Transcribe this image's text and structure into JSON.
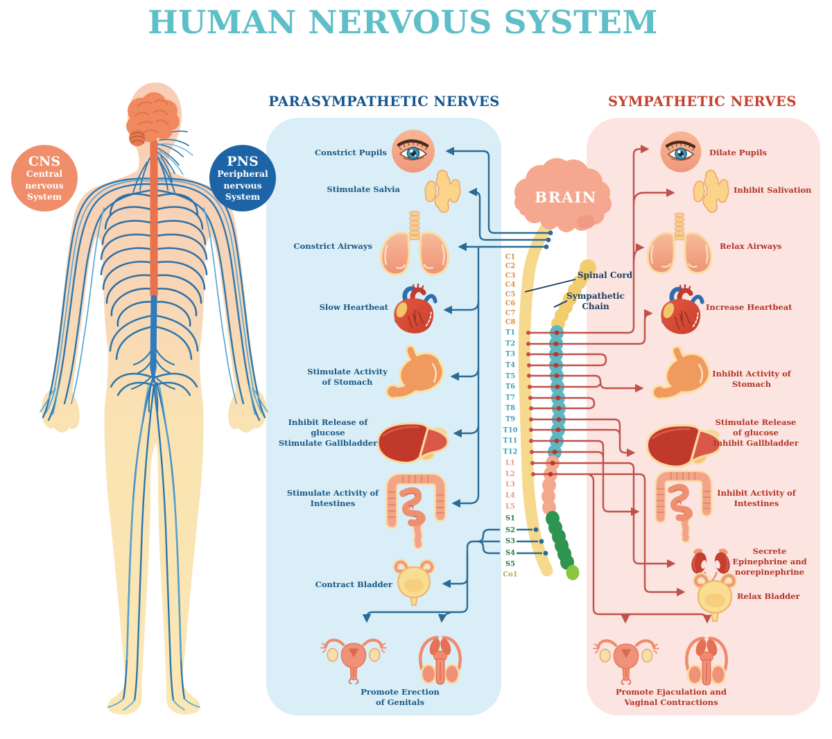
{
  "title": "HUMAN NERVOUS SYSTEM",
  "badges": {
    "cns": {
      "abbr": "CNS",
      "lines": [
        "Central",
        "nervous",
        "System"
      ]
    },
    "pns": {
      "abbr": "PNS",
      "lines": [
        "Peripheral",
        "nervous",
        "System"
      ]
    }
  },
  "para": {
    "heading": "PARASYMPATHETIC NERVES",
    "items": [
      {
        "organ": "eye",
        "lines": [
          "Constrict Pupils"
        ]
      },
      {
        "organ": "salivary-glands",
        "lines": [
          "Stimulate Salvia"
        ]
      },
      {
        "organ": "lungs",
        "lines": [
          "Constrict Airways"
        ]
      },
      {
        "organ": "heart",
        "lines": [
          "Slow Heartbeat"
        ]
      },
      {
        "organ": "stomach",
        "lines": [
          "Stimulate Activity",
          "of Stomach"
        ]
      },
      {
        "organ": "liver",
        "lines": [
          "Inhibit Release of",
          "glucose",
          "Stimulate Gallbladder"
        ]
      },
      {
        "organ": "intestines",
        "lines": [
          "Stimulate Activity of",
          "Intestines"
        ]
      },
      {
        "organ": "bladder",
        "lines": [
          "Contract Bladder"
        ]
      },
      {
        "organ": "genitals",
        "lines": [
          "Promote Erection",
          "of Genitals"
        ]
      }
    ]
  },
  "sym": {
    "heading": "SYMPATHETIC NERVES",
    "items": [
      {
        "organ": "eye",
        "lines": [
          "Dilate Pupils"
        ]
      },
      {
        "organ": "salivary-glands",
        "lines": [
          "Inhibit Salivation"
        ]
      },
      {
        "organ": "lungs",
        "lines": [
          "Relax Airways"
        ]
      },
      {
        "organ": "heart",
        "lines": [
          "Increase Heartbeat"
        ]
      },
      {
        "organ": "stomach",
        "lines": [
          "Inhibit Activity of",
          "Stomach"
        ]
      },
      {
        "organ": "liver",
        "lines": [
          "Stimulate Release",
          "of glucose",
          "Inhibit Gallbladder"
        ]
      },
      {
        "organ": "intestines",
        "lines": [
          "Inhibit Activity of",
          "Intestines"
        ]
      },
      {
        "organ": "kidneys",
        "lines": [
          "Secrete",
          "Epinephrine and",
          "norepinephrine"
        ]
      },
      {
        "organ": "bladder",
        "lines": [
          "Relax Bladder"
        ]
      },
      {
        "organ": "genitals",
        "lines": [
          "Promote Ejaculation and",
          "Vaginal Contractions"
        ]
      }
    ]
  },
  "center": {
    "brain": "BRAIN",
    "spinal_cord": "Spinal Cord",
    "chain_lines": [
      "Sympathetic",
      "Chain"
    ],
    "levels": {
      "cervical": [
        "C1",
        "C2",
        "C3",
        "C4",
        "C5",
        "C6",
        "C7",
        "C8"
      ],
      "thoracic": [
        "T1",
        "T2",
        "T3",
        "T4",
        "T5",
        "T6",
        "T7",
        "T8",
        "T9",
        "T10",
        "T11",
        "T12"
      ],
      "lumbar": [
        "L1",
        "L2",
        "L3",
        "L4",
        "L5"
      ],
      "sacral": [
        "S1",
        "S2",
        "S3",
        "S4",
        "S5"
      ],
      "coccygeal": [
        "Co1"
      ]
    }
  },
  "colors": {
    "title": "#5fbfc9",
    "para_heading": "#17568e",
    "sym_heading": "#c4402e",
    "para_panel": "#d9eef7",
    "sym_panel": "#fce4e0",
    "para_line": "#2a6a94",
    "sym_line": "#c0504a",
    "cns_badge": "#f08d6a",
    "pns_badge": "#1d64a6",
    "cervical": "#dd8a3d",
    "thoracic": "#3f9fb5",
    "lumbar": "#f2927c",
    "sacral": "#1e7a44",
    "coccygeal": "#a9ad48"
  }
}
